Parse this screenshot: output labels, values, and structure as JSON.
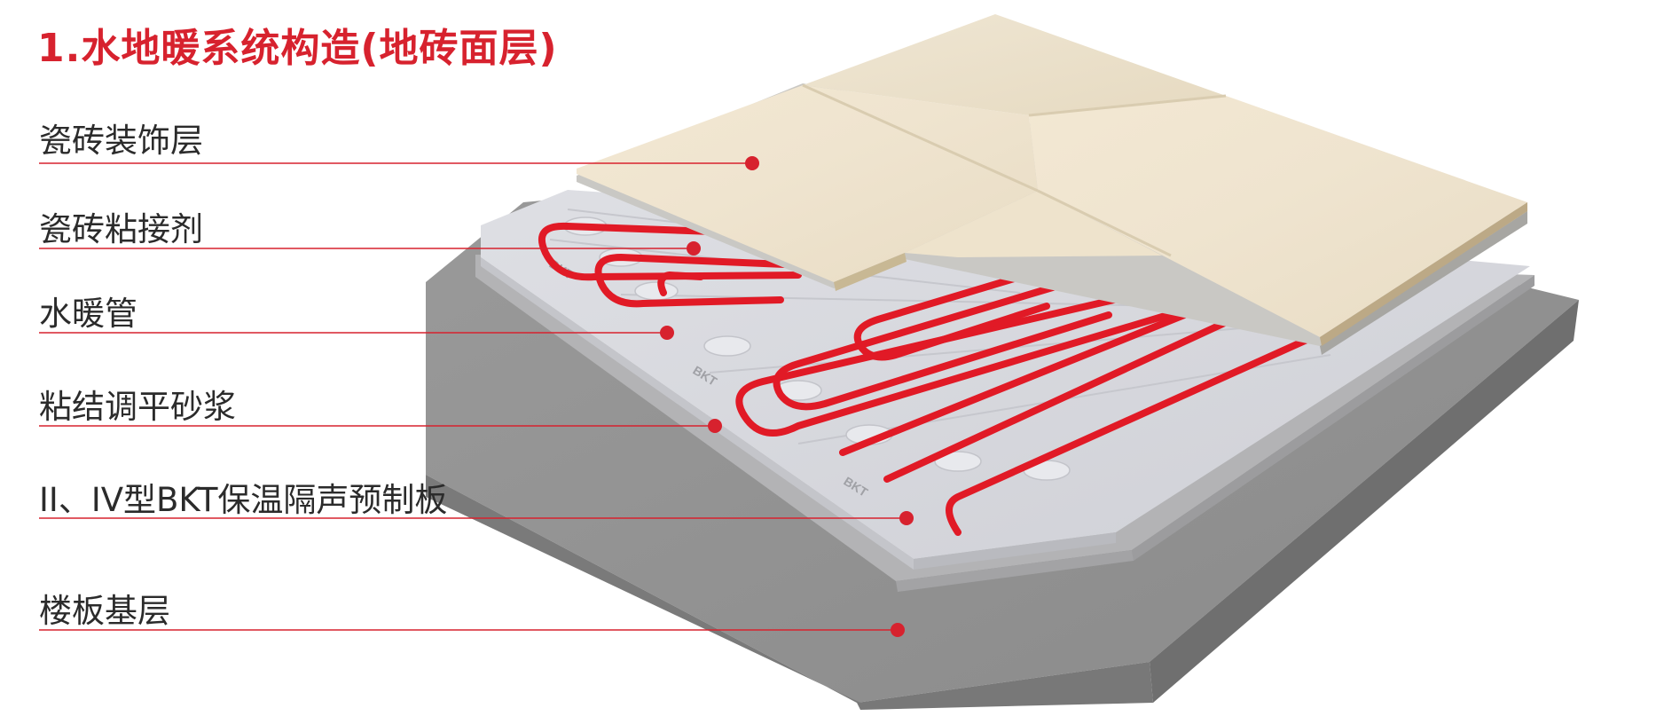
{
  "title": "1.水地暖系统构造(地砖面层)",
  "layers": [
    {
      "label": "瓷砖装饰层"
    },
    {
      "label": "瓷砖粘接剂"
    },
    {
      "label": "水暖管"
    },
    {
      "label": "粘结调平砂浆"
    },
    {
      "label": "II、IV型BKT保温隔声预制板"
    },
    {
      "label": "楼板基层"
    }
  ],
  "board_marks": [
    "BKT",
    "BKT",
    "BKT"
  ],
  "colors": {
    "accent": "#d7222e",
    "pipe": "#e11a26",
    "label_text": "#2b2b2b",
    "concrete": "#8f8f8f",
    "board": "#d6d7dc",
    "tile": "#f0e4cd"
  }
}
